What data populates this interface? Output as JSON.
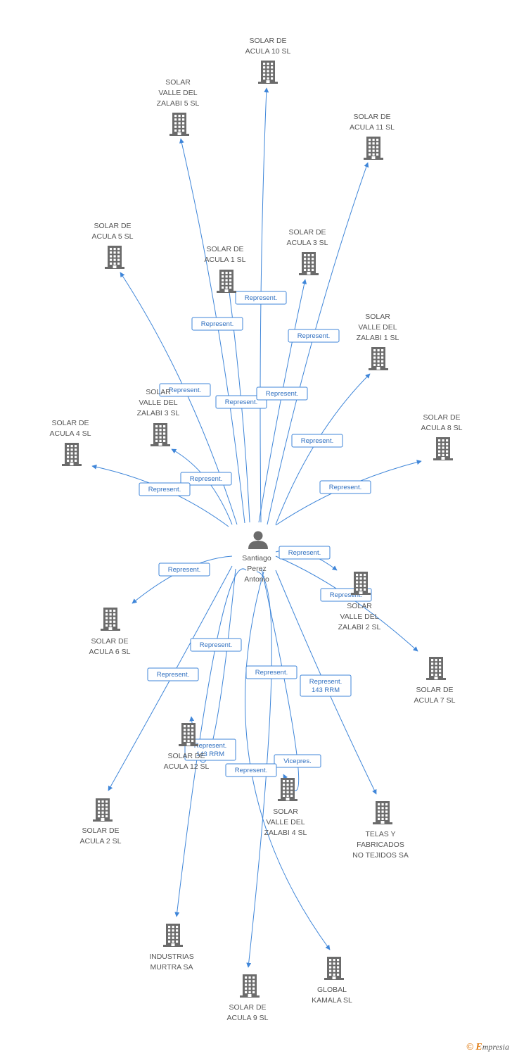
{
  "center": {
    "lines": [
      "Santiago",
      "Perez",
      "Antonio"
    ],
    "icon": "person-icon"
  },
  "nodes": [
    {
      "id": "acula10",
      "lines": [
        "SOLAR DE",
        "ACULA 10 SL"
      ],
      "icon": "building-icon"
    },
    {
      "id": "zalabi5",
      "lines": [
        "SOLAR",
        "VALLE DEL",
        "ZALABI 5 SL"
      ],
      "icon": "building-icon"
    },
    {
      "id": "acula11",
      "lines": [
        "SOLAR DE",
        "ACULA 11 SL"
      ],
      "icon": "building-icon"
    },
    {
      "id": "acula5",
      "lines": [
        "SOLAR DE",
        "ACULA 5 SL"
      ],
      "icon": "building-icon"
    },
    {
      "id": "acula1",
      "lines": [
        "SOLAR DE",
        "ACULA 1 SL"
      ],
      "icon": "building-icon"
    },
    {
      "id": "acula3",
      "lines": [
        "SOLAR DE",
        "ACULA 3 SL"
      ],
      "icon": "building-icon"
    },
    {
      "id": "zalabi1",
      "lines": [
        "SOLAR",
        "VALLE DEL",
        "ZALABI 1 SL"
      ],
      "icon": "building-icon"
    },
    {
      "id": "zalabi3",
      "lines": [
        "SOLAR",
        "VALLE DEL",
        "ZALABI 3 SL"
      ],
      "icon": "building-icon"
    },
    {
      "id": "acula4",
      "lines": [
        "SOLAR DE",
        "ACULA 4 SL"
      ],
      "icon": "building-icon"
    },
    {
      "id": "acula8",
      "lines": [
        "SOLAR DE",
        "ACULA 8 SL"
      ],
      "icon": "building-icon"
    },
    {
      "id": "zalabi2",
      "lines": [
        "SOLAR",
        "VALLE DEL",
        "ZALABI 2 SL"
      ],
      "icon": "building-icon"
    },
    {
      "id": "acula6",
      "lines": [
        "SOLAR DE",
        "ACULA 6 SL"
      ],
      "icon": "building-icon"
    },
    {
      "id": "acula7",
      "lines": [
        "SOLAR DE",
        "ACULA 7 SL"
      ],
      "icon": "building-icon"
    },
    {
      "id": "acula12",
      "lines": [
        "SOLAR DE",
        "ACULA 12 SL"
      ],
      "icon": "building-icon"
    },
    {
      "id": "acula2",
      "lines": [
        "SOLAR DE",
        "ACULA 2 SL"
      ],
      "icon": "building-icon"
    },
    {
      "id": "zalabi4",
      "lines": [
        "SOLAR",
        "VALLE DEL",
        "ZALABI 4 SL"
      ],
      "icon": "building-icon"
    },
    {
      "id": "telas",
      "lines": [
        "TELAS Y",
        "FABRICADOS",
        "NO TEJIDOS SA"
      ],
      "icon": "building-icon"
    },
    {
      "id": "murtra",
      "lines": [
        "INDUSTRIAS",
        "MURTRA SA"
      ],
      "icon": "building-icon"
    },
    {
      "id": "acula9",
      "lines": [
        "SOLAR DE",
        "ACULA 9 SL"
      ],
      "icon": "building-icon"
    },
    {
      "id": "kamala",
      "lines": [
        "GLOBAL",
        "KAMALA SL"
      ],
      "icon": "building-icon"
    }
  ],
  "edges": [
    {
      "target": "acula10",
      "label": [
        "Represent."
      ]
    },
    {
      "target": "zalabi5",
      "label": [
        "Represent."
      ]
    },
    {
      "target": "acula11",
      "label": [
        "Represent."
      ]
    },
    {
      "target": "acula5",
      "label": [
        "Represent."
      ]
    },
    {
      "target": "acula1",
      "label": [
        "Represent."
      ]
    },
    {
      "target": "acula3",
      "label": [
        "Represent."
      ]
    },
    {
      "target": "zalabi1",
      "label": [
        "Represent."
      ]
    },
    {
      "target": "zalabi3",
      "label": [
        "Represent."
      ]
    },
    {
      "target": "acula4",
      "label": [
        "Represent."
      ]
    },
    {
      "target": "acula8",
      "label": [
        "Represent."
      ]
    },
    {
      "target": "zalabi2",
      "label": [
        "Represent."
      ]
    },
    {
      "target": "acula6",
      "label": [
        "Represent."
      ]
    },
    {
      "target": "acula7",
      "label": [
        "Represent."
      ]
    },
    {
      "target": "acula12",
      "label": [
        "Represent.",
        "143 RRM"
      ]
    },
    {
      "target": "acula2",
      "label": [
        "Represent."
      ]
    },
    {
      "target": "zalabi4",
      "label": [
        "Vicepres."
      ]
    },
    {
      "target": "telas",
      "label": [
        "Represent.",
        "143 RRM"
      ]
    },
    {
      "target": "murtra",
      "label": [
        "Represent."
      ]
    },
    {
      "target": "acula9",
      "label": [
        "Represent."
      ]
    },
    {
      "target": "kamala",
      "label": [
        "Represent."
      ]
    }
  ],
  "colors": {
    "edge": "#3f86d9",
    "icon": "#6b6b6b",
    "text": "#555555",
    "brand": "#e07a10"
  },
  "copyright": {
    "symbol": "©",
    "brand_initial": "E",
    "brand_rest": "mpresia"
  }
}
